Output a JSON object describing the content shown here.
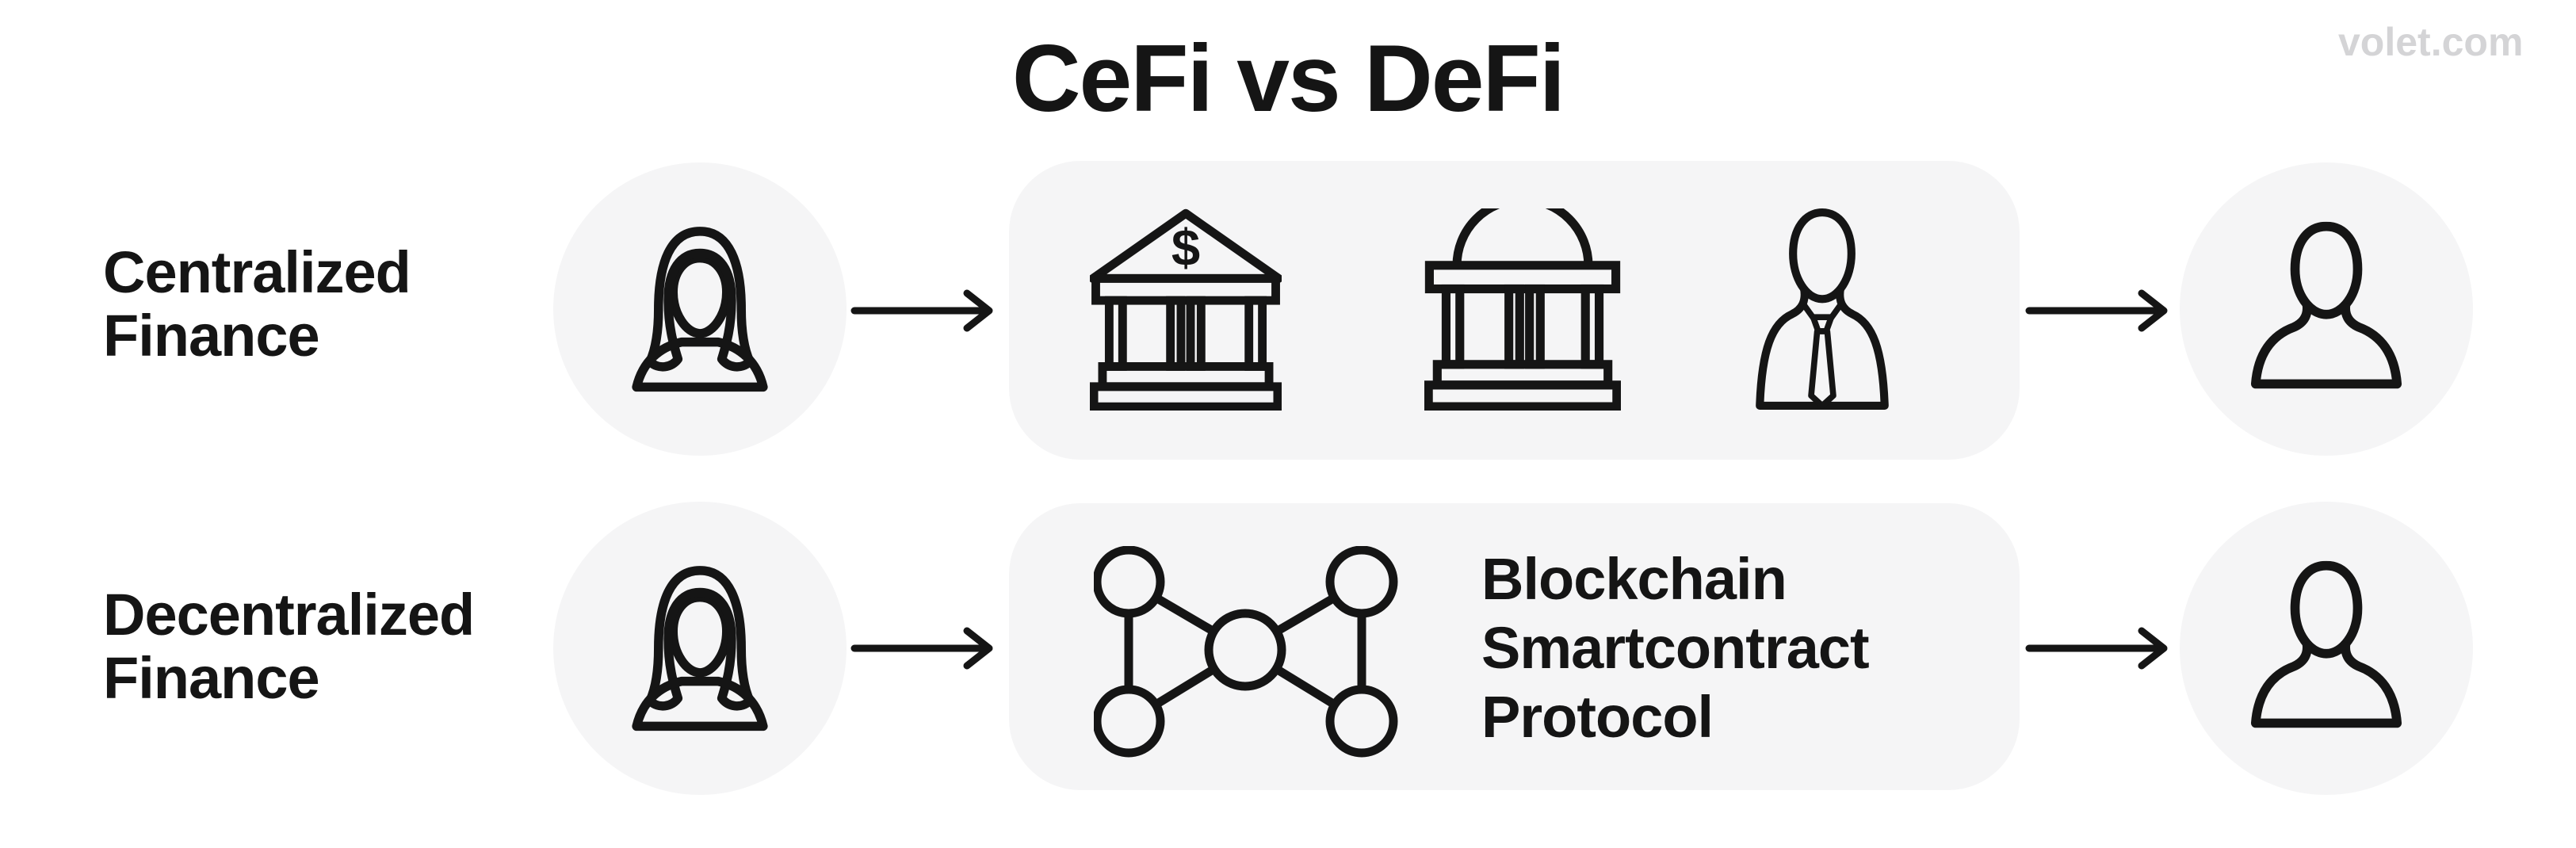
{
  "title": "CeFi vs DeFi",
  "watermark": "volet.com",
  "rows": {
    "cefi": {
      "label": [
        "Centralized",
        "Finance"
      ],
      "sender_icon": "woman-user",
      "intermediaries": [
        "bank-dollar",
        "government-dome-building",
        "broker-person"
      ],
      "bank_symbol": "$",
      "recipient_icon": "man-user"
    },
    "defi": {
      "label": [
        "Decentralized",
        "Finance"
      ],
      "sender_icon": "woman-user",
      "network_icon": "p2p-network-graph",
      "protocol_label": [
        "Blockchain",
        "Smartcontract",
        "Protocol"
      ],
      "recipient_icon": "man-user"
    }
  },
  "colors": {
    "background": "#ffffff",
    "tile": "#f5f5f6",
    "ink": "#151515",
    "watermark_text": "#d4d4d6"
  }
}
